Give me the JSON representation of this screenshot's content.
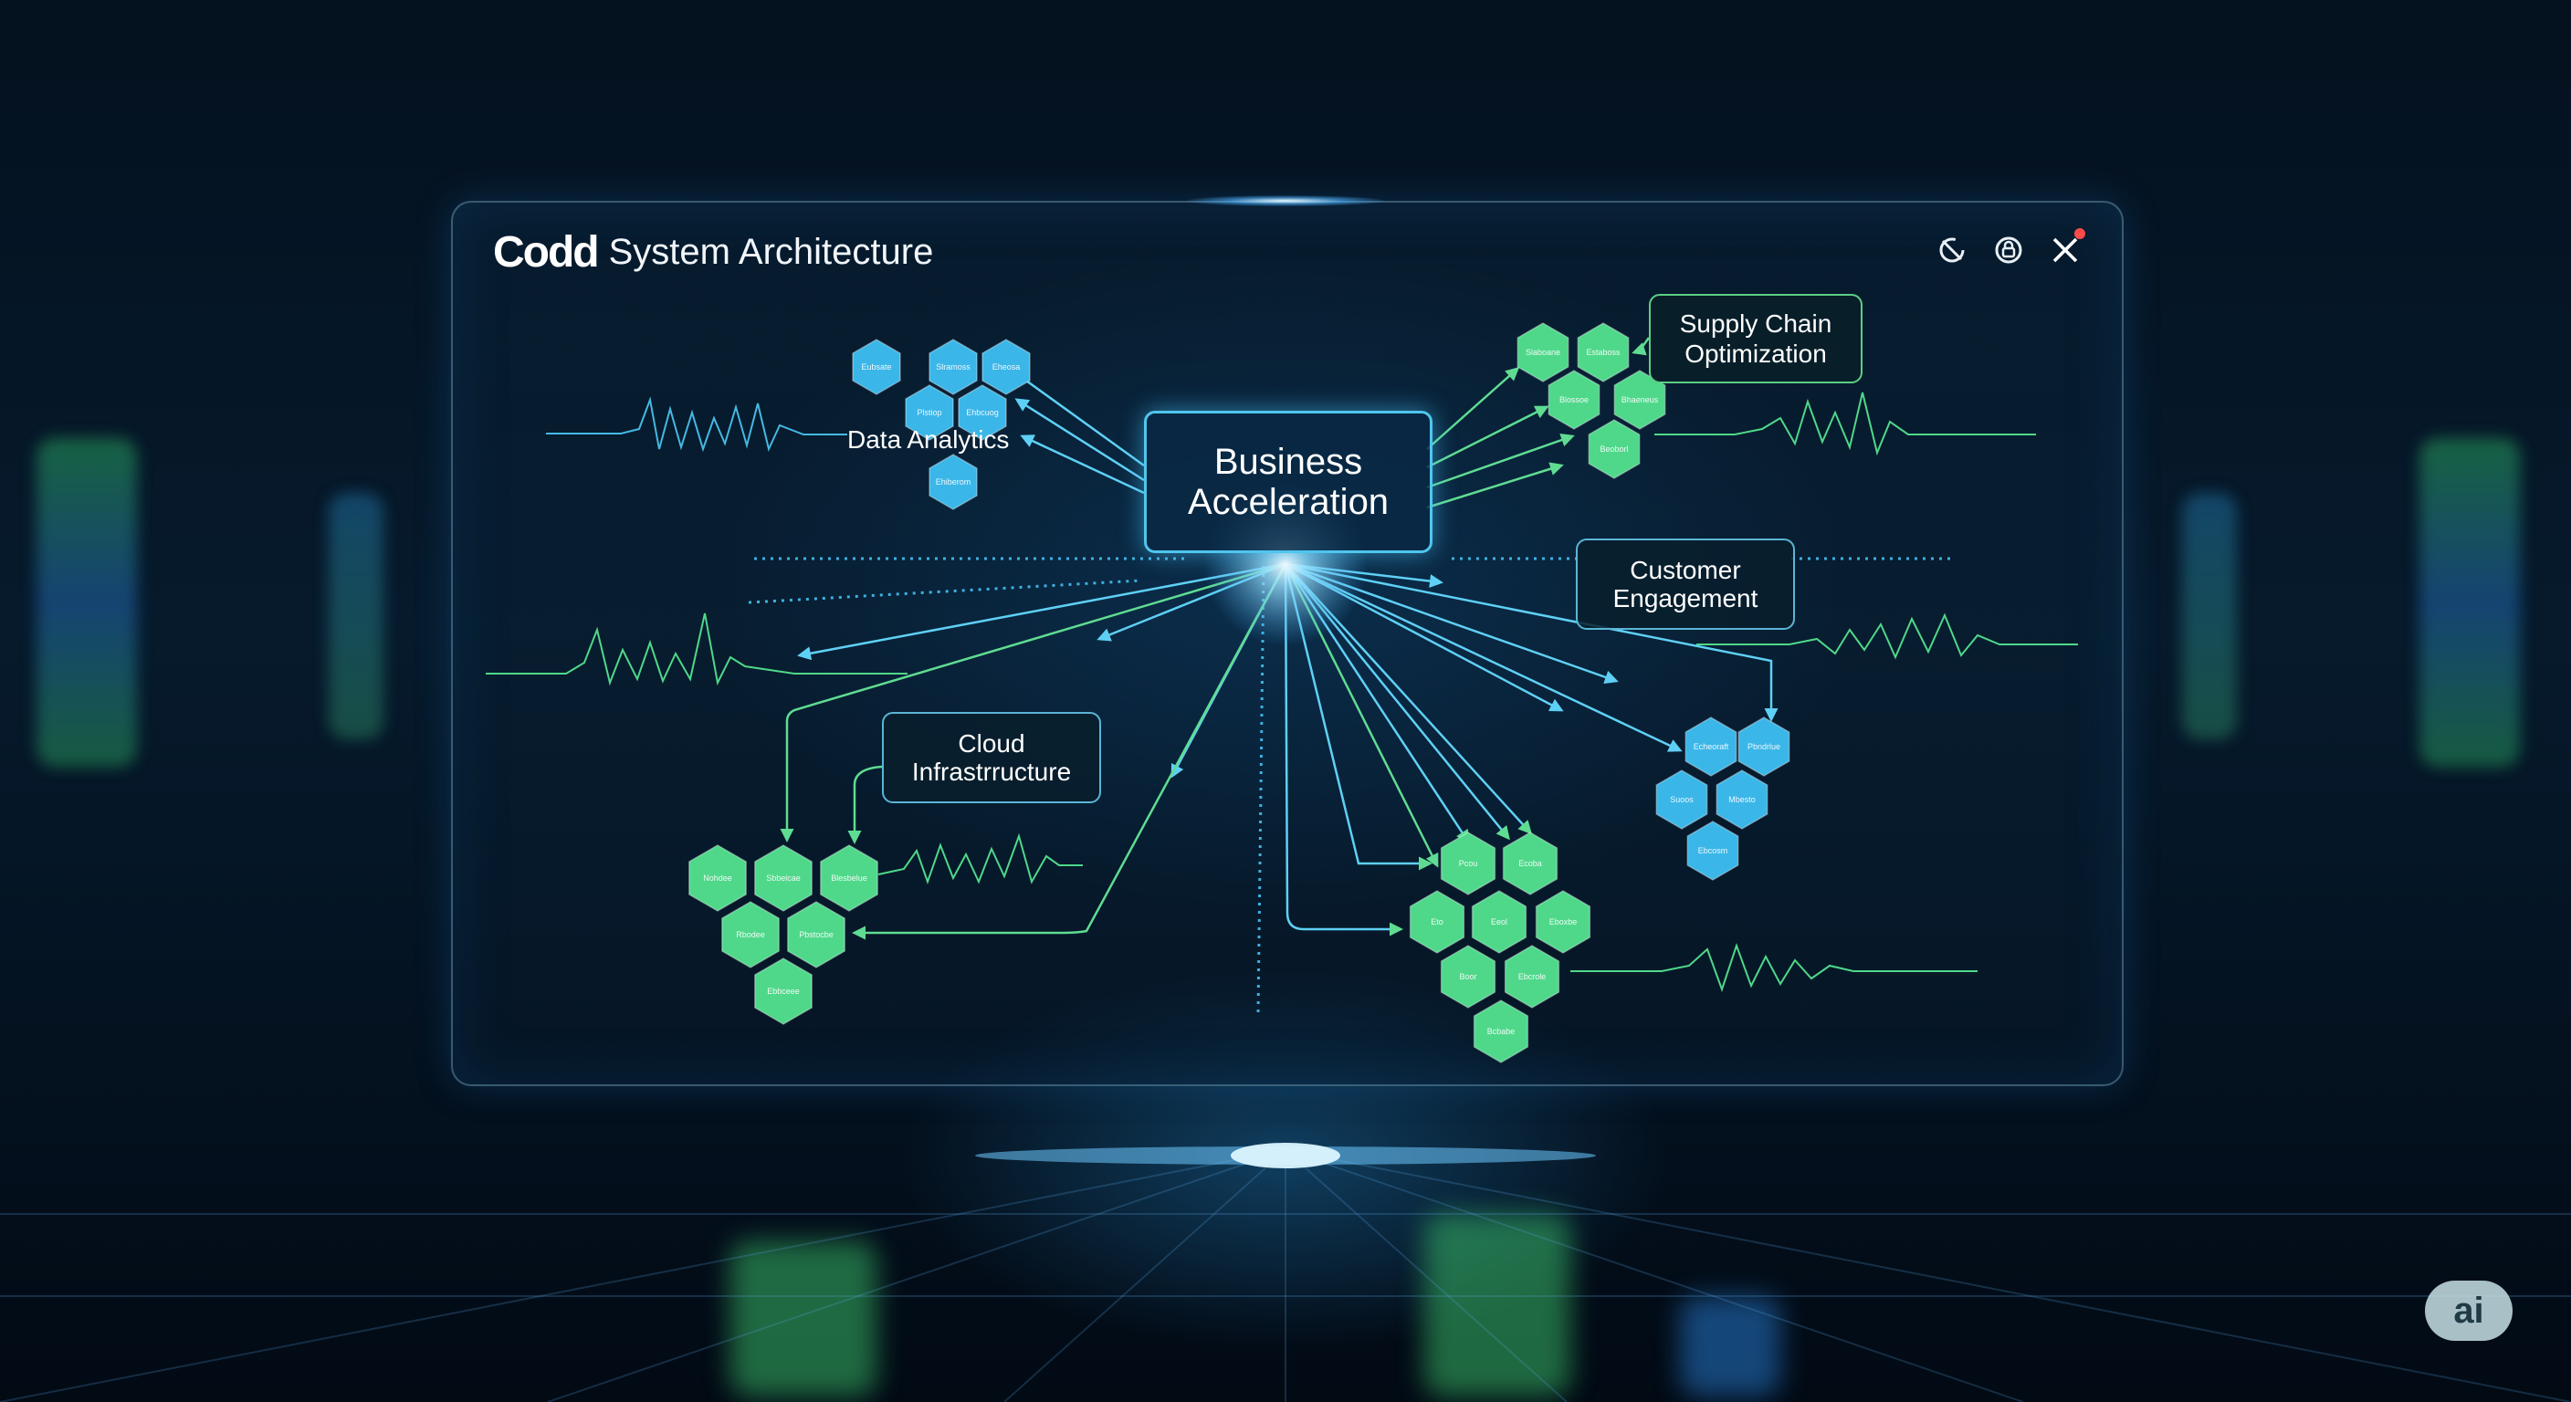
{
  "window": {
    "brand": "Codd",
    "title": "System Architecture",
    "controls": [
      {
        "name": "refresh-icon",
        "label": ""
      },
      {
        "name": "lock-icon",
        "label": ""
      },
      {
        "name": "close-icon",
        "label": ""
      }
    ]
  },
  "diagram": {
    "center_node": "Business\nAcceleration",
    "nodes": {
      "data_analytics": "Data Analytics",
      "supply_chain": "Supply Chain\nOptimization",
      "customer_engagement": "Customer\nEngagement",
      "cloud_infrastructure": "Cloud\nInfrastrructure"
    },
    "clusters": {
      "data_analytics": {
        "color": "#3bb6e8",
        "cells": [
          "Eubsate",
          "Slramoss",
          "Eheosa",
          "Plstiop",
          "Ehbcuog",
          "Ehiberom"
        ]
      },
      "supply_chain": {
        "color": "#4fd88a",
        "cells": [
          "Slaboane",
          "Estaboss",
          "Blossoe",
          "Bhaeneus",
          "Beoborl"
        ]
      },
      "customer_engagement": {
        "color": "#3bb6e8",
        "cells": [
          "Echeoraft",
          "Pbndrlue",
          "Suoos",
          "Mbesto",
          "Ebcosm"
        ]
      },
      "cloud_infrastructure": {
        "color": "#4fd88a",
        "cells": [
          "Nohdee",
          "Sbbeicae",
          "Blesbelue",
          "Rbodee",
          "Pbstocbe",
          "Ebbceee"
        ]
      },
      "business_core": {
        "color": "#4fd88a",
        "cells": [
          "Pcou",
          "Ecoba",
          "Eto",
          "Eeol",
          "Eboxbe",
          "Boor",
          "Ebcrole",
          "Bcbabe"
        ]
      }
    }
  },
  "watermark": {
    "label": "ai"
  },
  "colors": {
    "accent_blue": "#4fc6ee",
    "accent_green": "#4fd88a",
    "panel_border": "#7aaac8"
  }
}
